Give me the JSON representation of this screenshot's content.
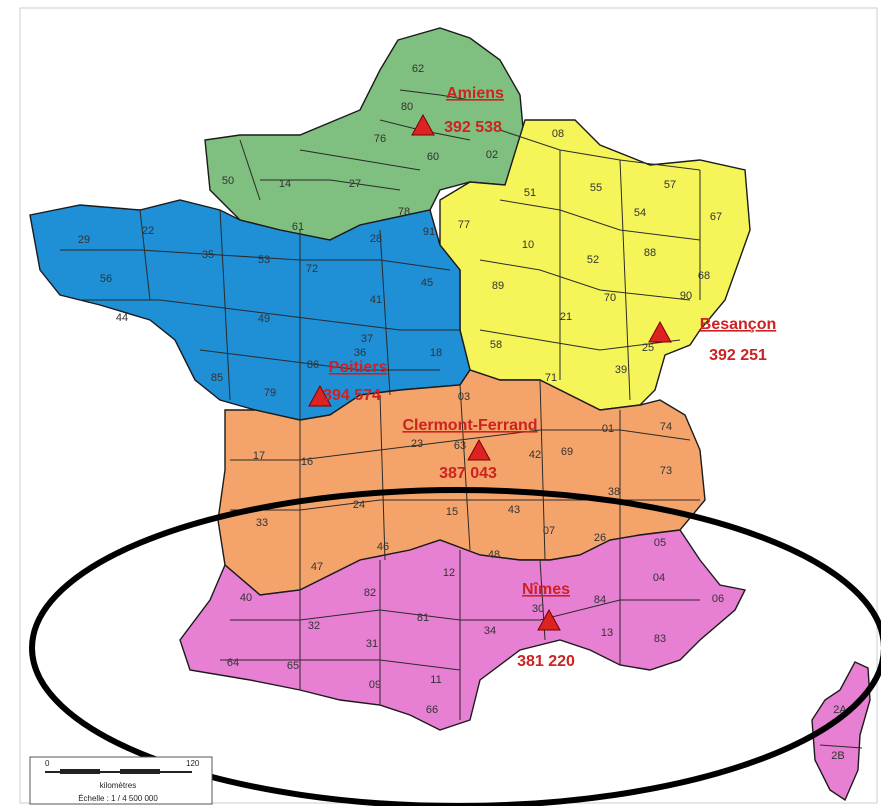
{
  "region_colors": {
    "north": "#7fbf7f",
    "northwest": "#1f8fd6",
    "east": "#f5f55a",
    "center": "#f4a46a",
    "south": "#e77fd3",
    "corsica": "#e77fd3",
    "label_red": "#cc2222",
    "marker_red": "#dd2222"
  },
  "cities": [
    {
      "name": "Amiens",
      "population": "392 538"
    },
    {
      "name": "Besançon",
      "population": "392 251"
    },
    {
      "name": "Poitiers",
      "population": "394 574"
    },
    {
      "name": "Clermont-Ferrand",
      "population": "387 043"
    },
    {
      "name": "Nîmes",
      "population": "381 220"
    }
  ],
  "departments": {
    "north": [
      "62",
      "80",
      "76",
      "60",
      "02",
      "50",
      "14",
      "27",
      "61"
    ],
    "east": [
      "08",
      "51",
      "55",
      "57",
      "67",
      "54",
      "10",
      "52",
      "88",
      "68",
      "77",
      "89",
      "70",
      "90",
      "21",
      "25",
      "58",
      "71",
      "39"
    ],
    "northwest": [
      "29",
      "22",
      "56",
      "35",
      "53",
      "72",
      "28",
      "78",
      "91",
      "45",
      "41",
      "44",
      "49",
      "37",
      "36",
      "18",
      "85",
      "86",
      "79"
    ],
    "center": [
      "03",
      "01",
      "74",
      "17",
      "16",
      "23",
      "63",
      "42",
      "69",
      "73",
      "38",
      "33",
      "24",
      "15",
      "43",
      "07",
      "26",
      "47"
    ],
    "south": [
      "46",
      "48",
      "05",
      "40",
      "12",
      "82",
      "04",
      "06",
      "32",
      "81",
      "30",
      "84",
      "64",
      "65",
      "31",
      "34",
      "13",
      "83",
      "09",
      "11",
      "66"
    ],
    "corsica": [
      "2A",
      "2B"
    ]
  },
  "scale": {
    "start": "0",
    "end": "120",
    "unit": "kilomètres",
    "ratio": "Échelle : 1 / 4 500 000"
  }
}
